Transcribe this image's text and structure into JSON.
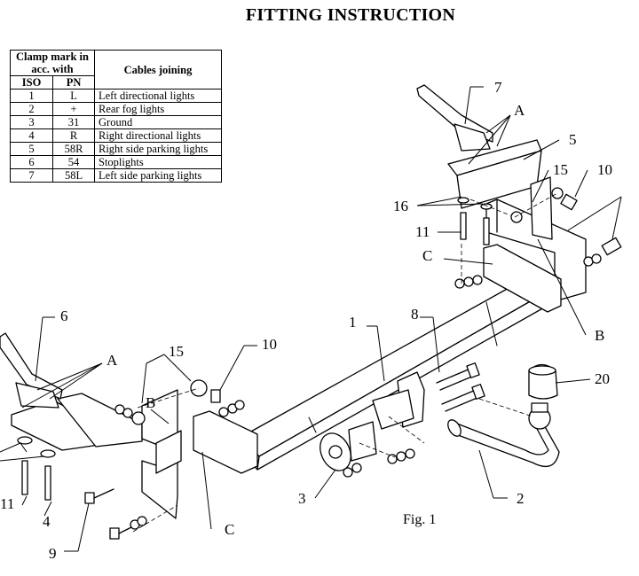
{
  "title": "FITTING INSTRUCTION",
  "table": {
    "header_clamp": "Clamp mark in acc. with",
    "header_cables": "Cables joining",
    "header_iso": "ISO",
    "header_pn": "PN",
    "rows": [
      {
        "iso": "1",
        "pn": "L",
        "cable": "Left directional lights"
      },
      {
        "iso": "2",
        "pn": "+",
        "cable": "Rear fog lights"
      },
      {
        "iso": "3",
        "pn": "31",
        "cable": "Ground"
      },
      {
        "iso": "4",
        "pn": "R",
        "cable": "Right directional lights"
      },
      {
        "iso": "5",
        "pn": "58R",
        "cable": "Right side parking lights"
      },
      {
        "iso": "6",
        "pn": "54",
        "cable": "Stoplights"
      },
      {
        "iso": "7",
        "pn": "58L",
        "cable": "Left side parking lights"
      }
    ]
  },
  "callouts": {
    "n1": "1",
    "n2": "2",
    "n3": "3",
    "n4": "4",
    "n5": "5",
    "n6": "6",
    "n7": "7",
    "n8": "8",
    "n9": "9",
    "n10_right": "10",
    "n10_left": "10",
    "n11_right": "11",
    "n11_left": "11",
    "n15_right": "15",
    "n15_left": "15",
    "n16": "16",
    "n20": "20",
    "A_right": "A",
    "A_left": "A",
    "B_right": "B",
    "B_left": "B",
    "C_right": "C",
    "C_left": "C"
  },
  "figure_caption": "Fig. 1"
}
